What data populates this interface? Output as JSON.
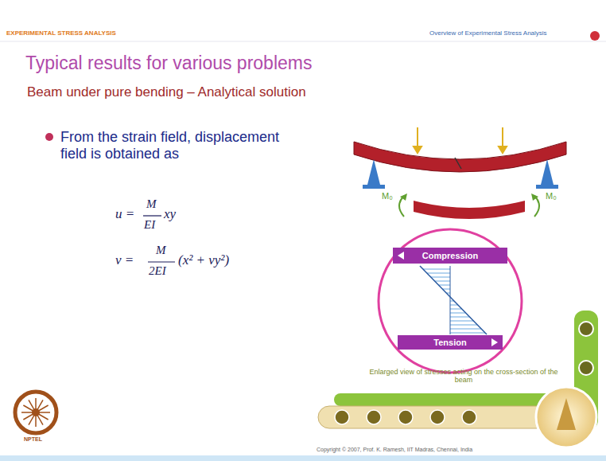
{
  "diagram": {
    "title": "Typical results for various problems",
    "nodes": [
      {
        "text": [
          "Compression"
        ]
      },
      {
        "text": [
          "Tension"
        ]
      }
    ],
    "labels": [
      "EXPERIMENTAL STRESS ANALYSIS",
      "Overview of Experimental Stress Analysis",
      "Beam under pure bending – Analytical solution",
      "From the strain field, displacement field is obtained as",
      "u =",
      "M",
      "EI",
      "xy",
      "v =",
      "M",
      "2EI",
      "(x² + νy²)",
      "M₀",
      "M₀",
      "Enlarged view of stresses acting on the cross-section of the beam",
      "Copyright © 2007, Prof. K. Ramesh, IIT Madras, Chennai, India",
      "NPTEL"
    ]
  }
}
